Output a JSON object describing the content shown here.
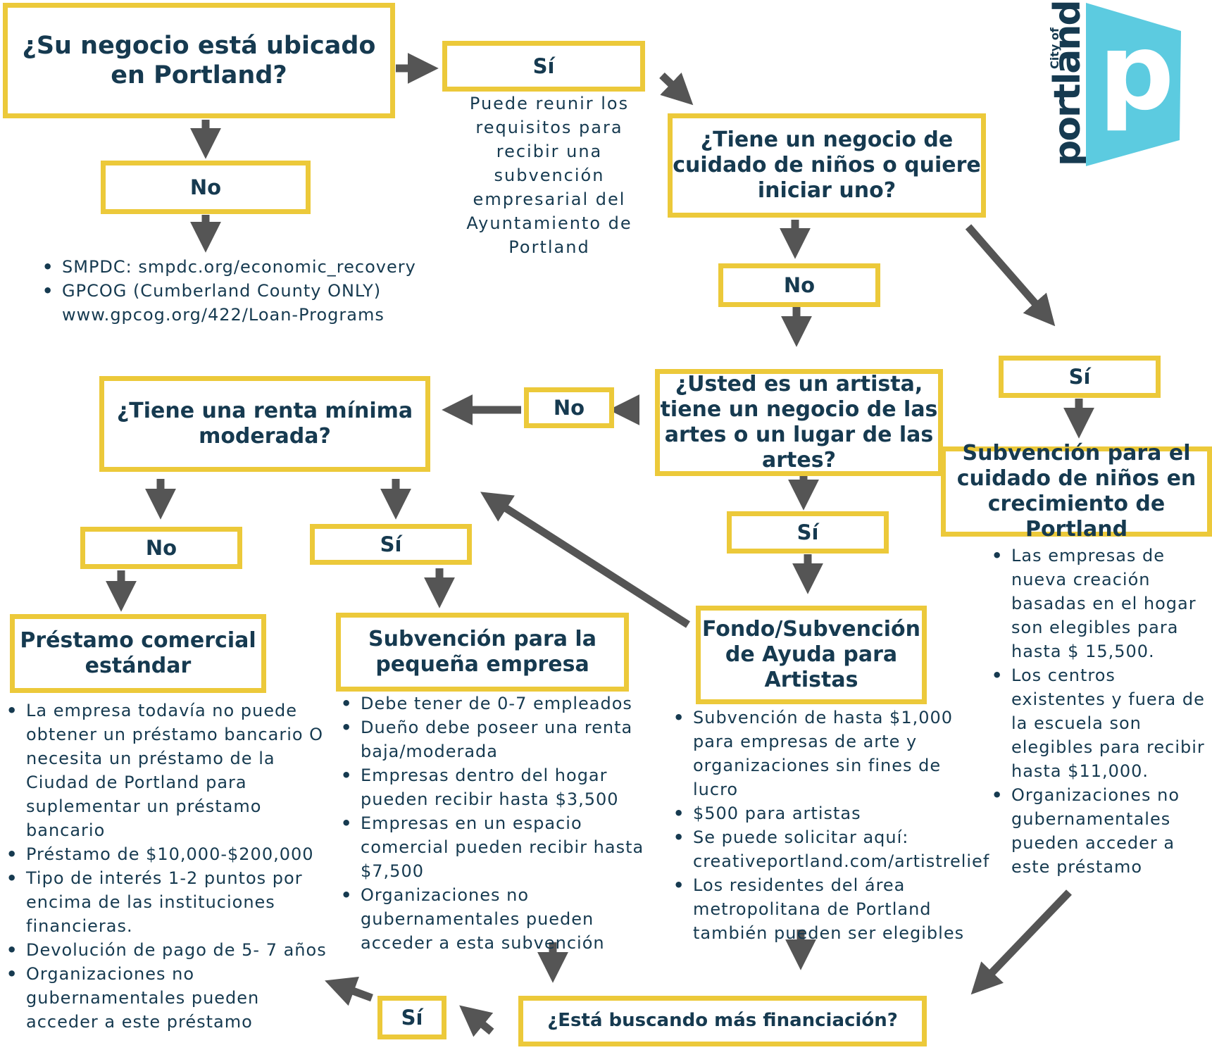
{
  "q1": {
    "text": "¿Su negocio está ubicado en Portland?"
  },
  "q1_no": {
    "label": "No"
  },
  "q1_no_list": [
    "SMPDC: smpdc.org/economic_recovery",
    "GPCOG (Cumberland County ONLY) www.gpcog.org/422/Loan-Programs"
  ],
  "q1_si": {
    "label": "Sí",
    "note": "Puede reunir los requisitos para recibir una subvención empresarial del Ayuntamiento de Portland"
  },
  "q2": {
    "text": "¿Tiene un negocio de cuidado de niños o quiere iniciar uno?"
  },
  "q2_no": {
    "label": "No"
  },
  "q2_si": {
    "label": "Sí"
  },
  "childcare": {
    "title": "Subvención para el cuidado de niños en crecimiento de Portland",
    "bullets": [
      "Las empresas de nueva creación basadas en el hogar son elegibles para hasta $ 15,500.",
      "Los centros existentes y fuera de la escuela son elegibles para recibir hasta $11,000.",
      "Organizaciones no gubernamentales pueden acceder a este préstamo"
    ]
  },
  "q3": {
    "text": "¿Usted es un artista, tiene un negocio de las artes o un lugar de las artes?"
  },
  "q3_no": {
    "label": "No"
  },
  "q3_si": {
    "label": "Sí"
  },
  "artists": {
    "title": "Fondo/Subvención de Ayuda para Artistas",
    "bullets": [
      "Subvención de hasta $1,000 para empresas de arte y organizaciones sin fines de lucro",
      "$500 para artistas",
      "Se puede solicitar aquí: creativeportland.com/artistrelief",
      "Los residentes del área metropolitana de Portland también pueden ser elegibles"
    ]
  },
  "q4": {
    "text": "¿Tiene una renta mínima moderada?"
  },
  "q4_no": {
    "label": "No"
  },
  "q4_si": {
    "label": "Sí"
  },
  "loan": {
    "title": "Préstamo comercial estándar",
    "bullets": [
      "La empresa todavía no puede obtener un préstamo bancario O necesita un préstamo de la Ciudad de Portland para suplementar un préstamo bancario",
      "Préstamo de $10,000-$200,000",
      "Tipo de interés 1-2 puntos por encima de las instituciones financieras.",
      "Devolución de pago de 5- 7 años",
      "Organizaciones no gubernamentales pueden acceder a este préstamo"
    ]
  },
  "small_biz": {
    "title": "Subvención para la pequeña empresa",
    "bullets": [
      "Debe tener de 0-7 empleados",
      "Dueño debe poseer una renta baja/moderada",
      "Empresas dentro del hogar pueden recibir hasta $3,500",
      "Empresas en un espacio comercial pueden recibir hasta $7,500",
      "Organizaciones no gubernamentales pueden acceder a esta subvención"
    ]
  },
  "q5": {
    "text": "¿Está buscando más financiación?"
  },
  "q5_si": {
    "label": "Sí"
  },
  "logo": {
    "small": "City of",
    "word": "portland",
    "letter": "p"
  },
  "colors": {
    "border": "#ecc93a",
    "text": "#163a50",
    "arrow": "#555555",
    "logo_blue": "#5ccbe0"
  }
}
